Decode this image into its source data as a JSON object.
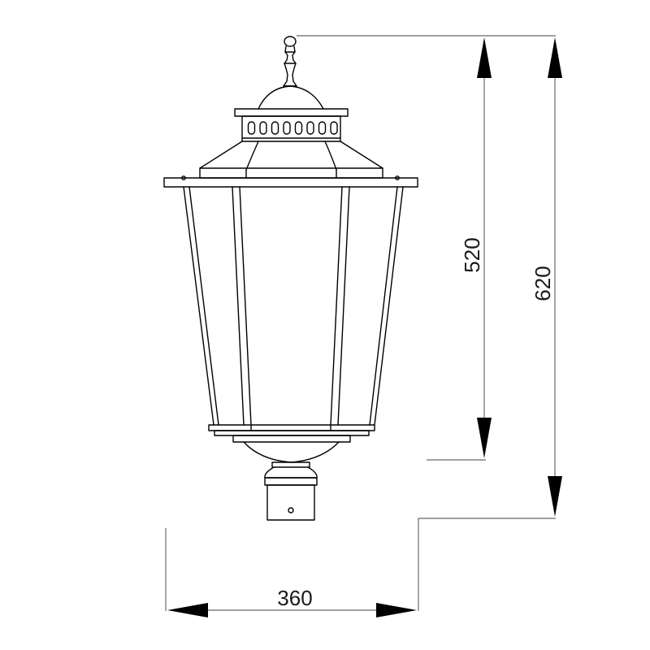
{
  "dimensions": {
    "height_inner": "520",
    "height_total": "620",
    "width": "360"
  },
  "colors": {
    "line": "#000000",
    "background": "#ffffff"
  }
}
